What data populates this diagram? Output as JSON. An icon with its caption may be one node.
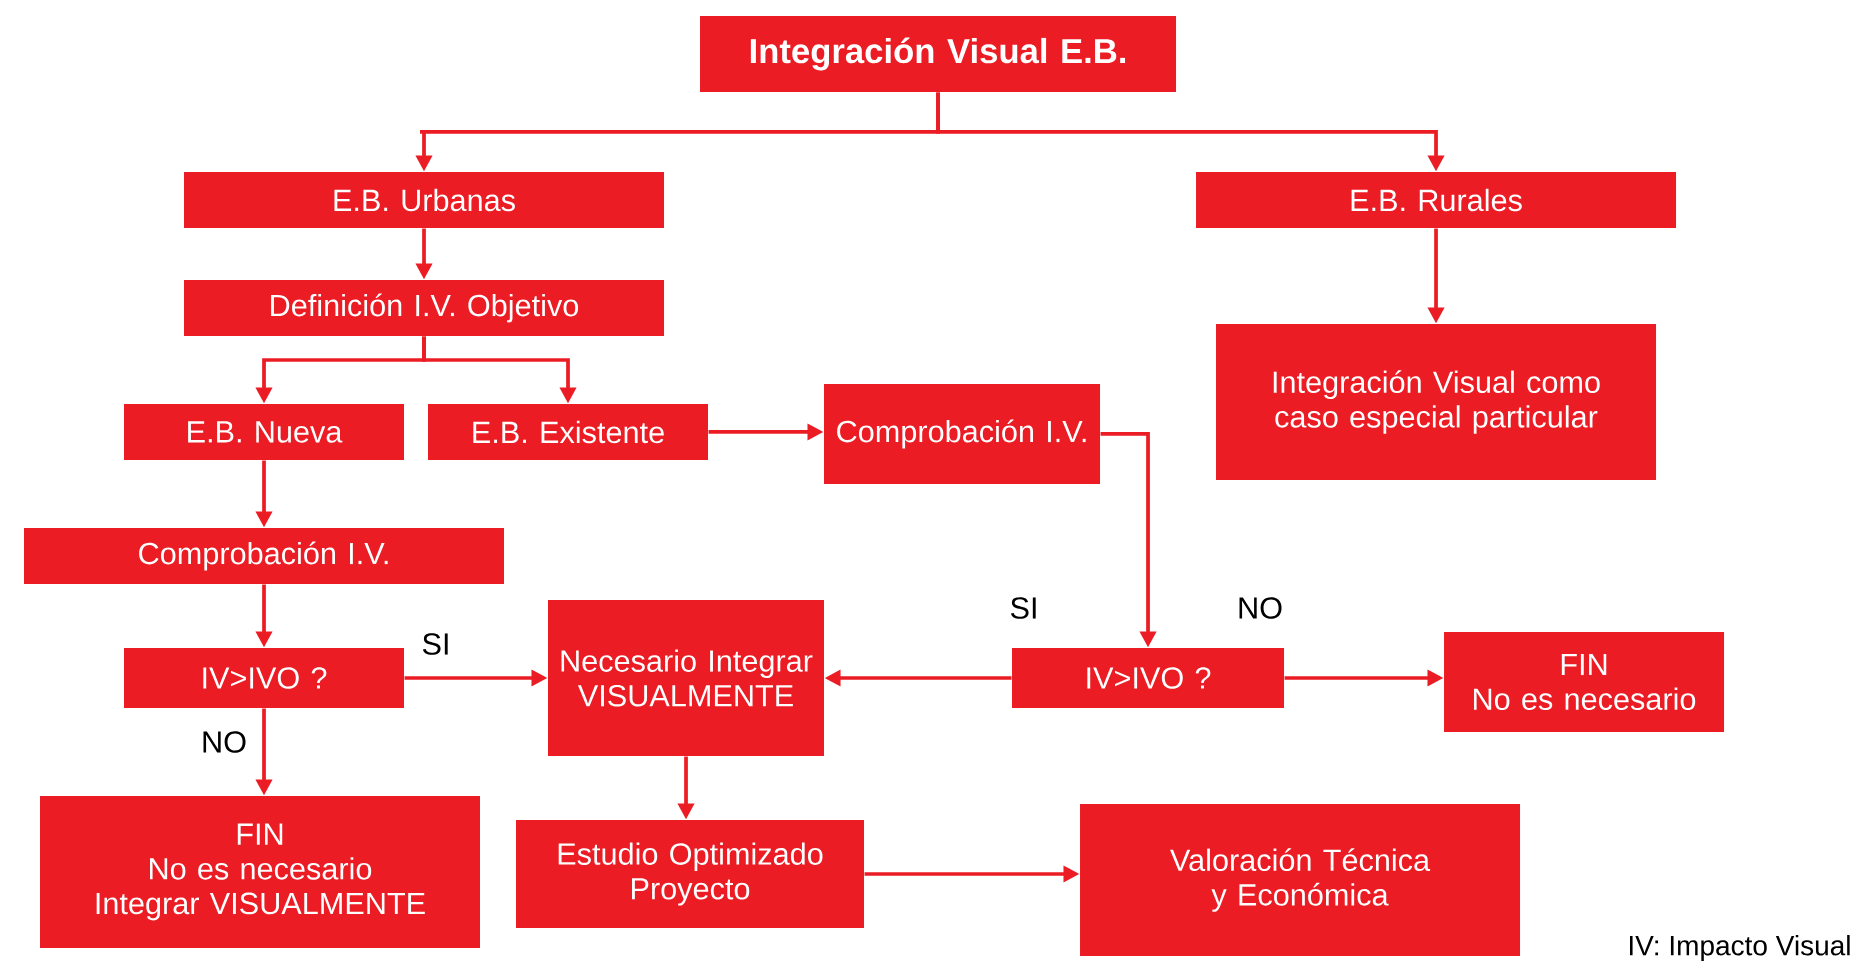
{
  "diagram": {
    "nodes": [
      {
        "text": [
          "Integración Visual E.B."
        ]
      },
      {
        "text": [
          "E.B. Urbanas"
        ]
      },
      {
        "text": [
          "E.B. Rurales"
        ]
      },
      {
        "text": [
          "Definición I.V. Objetivo"
        ]
      },
      {
        "text": [
          "Integración Visual como caso especial particular"
        ]
      },
      {
        "text": [
          "E.B. Nueva"
        ]
      },
      {
        "text": [
          "E.B. Existente"
        ]
      },
      {
        "text": [
          "Comprobación I.V."
        ]
      },
      {
        "text": [
          "Comprobación I.V."
        ]
      },
      {
        "text": [
          "IV>IVO ?"
        ]
      },
      {
        "text": [
          "Necesario Integrar VISUALMENTE"
        ]
      },
      {
        "text": [
          "IV>IVO ?"
        ]
      },
      {
        "text": [
          "FIN",
          "No es necesario"
        ]
      },
      {
        "text": [
          "FIN",
          "No es necesario Integrar VISUALMENTE"
        ]
      },
      {
        "text": [
          "Estudio Optimizado Proyecto"
        ]
      },
      {
        "text": [
          "Valoración Técnica y Económica"
        ]
      }
    ],
    "edges": [
      {
        "from": 0,
        "to": 1,
        "arrow": "to"
      },
      {
        "from": 0,
        "to": 2,
        "arrow": "to"
      },
      {
        "from": 1,
        "to": 3,
        "arrow": "to"
      },
      {
        "from": 3,
        "to": 5,
        "arrow": "to"
      },
      {
        "from": 3,
        "to": 6,
        "arrow": "to"
      },
      {
        "from": 2,
        "to": 4,
        "arrow": "to"
      },
      {
        "from": 6,
        "to": 7,
        "arrow": "to"
      },
      {
        "from": 5,
        "to": 8,
        "arrow": "to"
      },
      {
        "from": 8,
        "to": 9,
        "arrow": "to"
      },
      {
        "from": 7,
        "to": 11,
        "arrow": "to"
      },
      {
        "from": 9,
        "to": 10,
        "label": "SI",
        "arrow": "to"
      },
      {
        "from": 9,
        "to": 13,
        "label": "NO",
        "arrow": "to"
      },
      {
        "from": 11,
        "to": 10,
        "label": "SI",
        "arrow": "to"
      },
      {
        "from": 11,
        "to": 12,
        "label": "NO",
        "arrow": "to"
      },
      {
        "from": 10,
        "to": 14,
        "arrow": "to"
      },
      {
        "from": 14,
        "to": 15,
        "arrow": "to"
      }
    ],
    "labels": [
      "IV: Impacto Visual"
    ]
  }
}
